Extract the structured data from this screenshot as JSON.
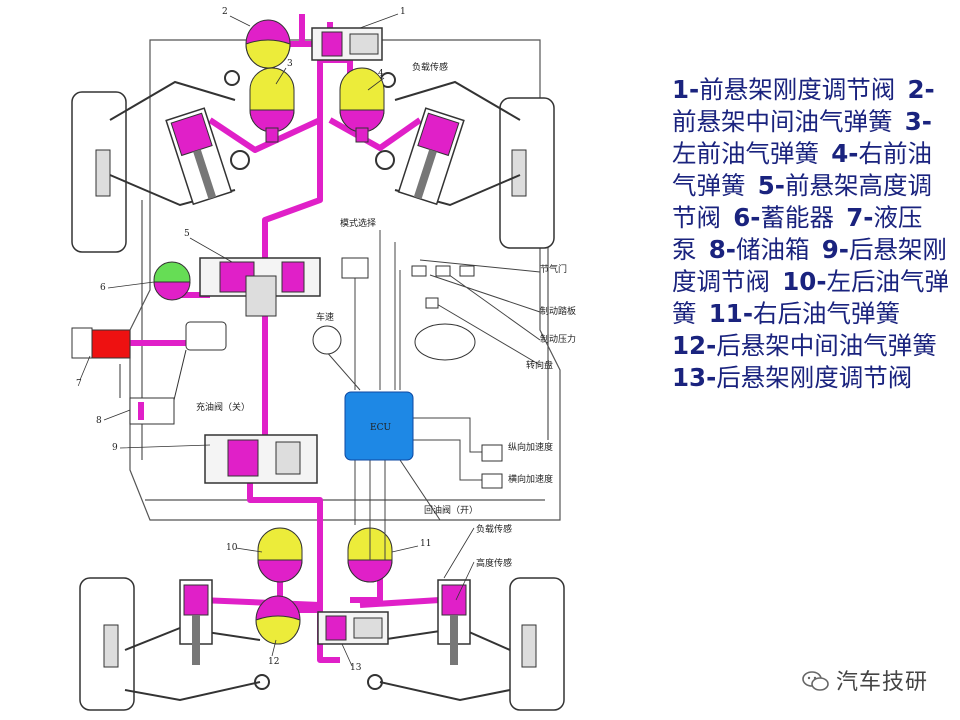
{
  "colors": {
    "oil_line": "#e020c8",
    "spring_oil": "#ecec3a",
    "spring_gas": "#e020c8",
    "accumulator": "#66dd55",
    "pump": "#ee1111",
    "ecu": "#1e88e5",
    "legend_text": "#1a237e"
  },
  "diagram": {
    "callout_numbers": [
      "1",
      "2",
      "3",
      "4",
      "5",
      "6",
      "7",
      "8",
      "9",
      "10",
      "11",
      "12",
      "13"
    ],
    "labels": {
      "load_sensor_front": "负载传感",
      "mode_select": "模式选择",
      "throttle": "节气门",
      "brake_pedal": "制动踏板",
      "brake_pressure": "制动压力",
      "steering_wheel": "转向盘",
      "vehicle_speed": "车速",
      "charge_valve": "充油阀（关）",
      "ecu": "ECU",
      "long_accel": "纵向加速度",
      "lat_accel": "横向加速度",
      "return_valve": "回油阀（开）",
      "load_sensor_rear": "负载传感",
      "height_sensor": "高度传感"
    }
  },
  "legend": [
    {
      "num": "1-",
      "text": "前悬架刚度调节阀"
    },
    {
      "num": "2-",
      "text": "前悬架中间油气弹簧"
    },
    {
      "num": "3-",
      "text": "左前油气弹簧"
    },
    {
      "num": "4-",
      "text": "右前油气弹簧"
    },
    {
      "num": "5-",
      "text": "前悬架高度调节阀"
    },
    {
      "num": "6-",
      "text": "蓄能器"
    },
    {
      "num": "7-",
      "text": "液压泵"
    },
    {
      "num": "8-",
      "text": "储油箱"
    },
    {
      "num": "9-",
      "text": "后悬架刚度调节阀"
    },
    {
      "num": "10-",
      "text": "左后油气弹簧"
    },
    {
      "num": "11-",
      "text": "右后油气弹簧"
    },
    {
      "num": "12-",
      "text": "后悬架中间油气弹簧"
    },
    {
      "num": "13-",
      "text": "后悬架刚度调节阀"
    }
  ],
  "watermark": {
    "icon": "wechat-icon",
    "text": "汽车技研"
  }
}
